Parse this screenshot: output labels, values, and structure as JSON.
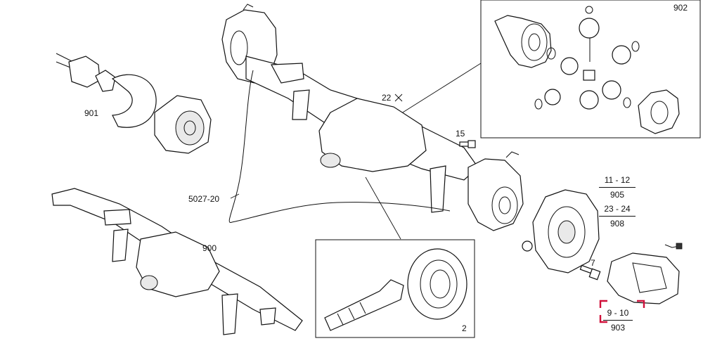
{
  "callouts": {
    "c902": "902",
    "c901": "901",
    "c22": "22",
    "c15": "15",
    "c5027": "5027-20",
    "c900": "900",
    "c7": "7",
    "c2": "2"
  },
  "fractions": {
    "f905": {
      "top": "11 - 12",
      "bottom": "905"
    },
    "f908": {
      "top": "23 - 24",
      "bottom": "908"
    },
    "f903": {
      "top": "9 - 10",
      "bottom": "903"
    }
  },
  "colors": {
    "line": "#111111",
    "highlight": "#d0103a",
    "background": "#ffffff"
  }
}
